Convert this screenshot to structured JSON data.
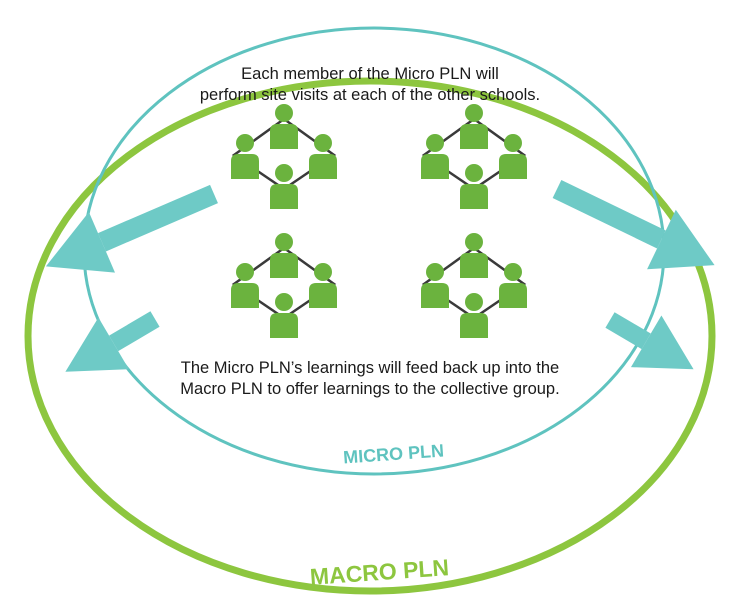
{
  "top_caption": {
    "line1": "Each member of the Micro PLN will",
    "line2": "perform site visits at each of the other schools."
  },
  "bottom_caption": {
    "line1": "The Micro PLN’s learnings will feed back up into the",
    "line2": "Macro PLN to offer learnings to the collective group."
  },
  "labels": {
    "micro": "MICRO PLN",
    "macro": "MACRO PLN"
  },
  "colors": {
    "macro_ring": "#8dc63f",
    "micro_ring": "#5fc3bf",
    "arrow": "#6ecac6",
    "people": "#6bb33e",
    "connector": "#3a3a3a"
  },
  "icons": [
    "people-group-icon",
    "arrow-icon"
  ]
}
